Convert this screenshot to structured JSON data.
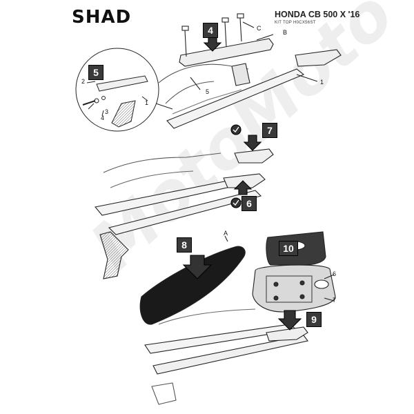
{
  "header": {
    "brand": "SHAD",
    "model": "HONDA CB 500 X '16",
    "kit_code": "KIT TOP H0CX56ST"
  },
  "steps": [
    "4",
    "5",
    "7",
    "6",
    "8",
    "10",
    "9"
  ],
  "callouts": {
    "a": "A",
    "b": "B",
    "c": "C",
    "n1": "1",
    "n2": "2",
    "n3": "3",
    "n4": "4",
    "n5": "5",
    "n6": "6",
    "n7": "7"
  },
  "watermark": "MotoMoto"
}
